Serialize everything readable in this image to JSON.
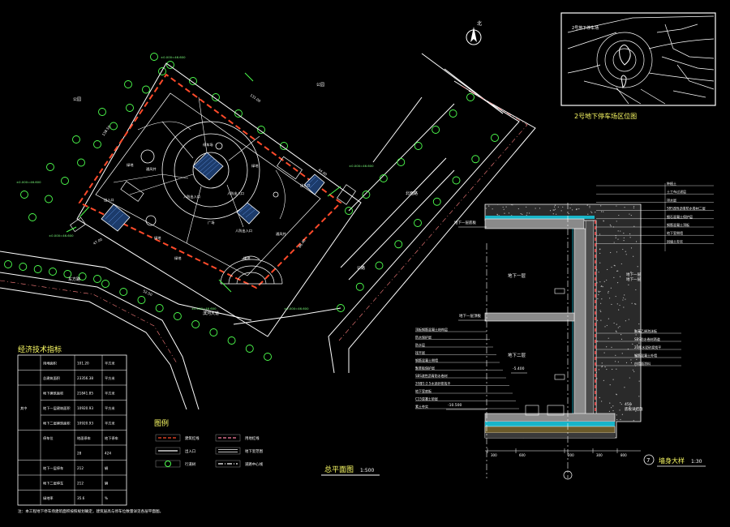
{
  "north_mark": "北",
  "location_map": {
    "title": "2号地下停车场区位图",
    "tag": "2号地下停车场"
  },
  "site_plan": {
    "title": "总平面图",
    "scale": "1:500",
    "road_labels": [
      "公园",
      "公园",
      "公路",
      "东方路",
      "滨河大道",
      "北面路"
    ],
    "space_labels": [
      "人防出入口",
      "人防出入口",
      "人防出入口",
      "出入口",
      "出入口",
      "通风井",
      "通风井",
      "绿地",
      "广场",
      "停车场",
      "绿地",
      "绿地",
      "绿地",
      "绿地"
    ],
    "dims": [
      "138.50",
      "131.00",
      "86.40",
      "52.50",
      "44.00",
      "47.00"
    ],
    "elev": [
      "±0.000=46.600",
      "±0.000=46.600",
      "±0.000=46.600",
      "±0.000=46.600",
      "±0.000=46.600",
      "±0.000=46.600"
    ]
  },
  "stats_table": {
    "title": "经济技术指标",
    "rows": [
      [
        "",
        "用地面积",
        "101.20",
        "平方米"
      ],
      [
        "",
        "总建筑面积",
        "23356.38",
        "平方米"
      ],
      [
        "",
        "地下建筑面积",
        "21841.85",
        "平方米"
      ],
      [
        "其中",
        "地下一层建筑面积",
        "10920.93",
        "平方米"
      ],
      [
        "",
        "地下二层建筑面积",
        "10920.93",
        "平方米"
      ],
      [
        "",
        "停车位",
        "地面停车",
        "地下停车"
      ],
      [
        "",
        "",
        "28",
        "424"
      ],
      [
        "",
        "地下一层停车",
        "212",
        "辆"
      ],
      [
        "",
        "地下二层停车",
        "212",
        "辆"
      ],
      [
        "",
        "绿地率",
        "35.6",
        "%"
      ]
    ],
    "note": "注：本工程地下停车场建筑面积按照规划确定，建筑层高与停车位数量详见各层平面图。"
  },
  "legend": {
    "title": "图例",
    "items": [
      {
        "label": "建筑红线",
        "color": "#ff4a2a",
        "style": "dash"
      },
      {
        "label": "用地红线",
        "color": "#ff80a0",
        "style": "dash"
      },
      {
        "label": "出入口",
        "color": "#ffffff",
        "style": "solid"
      },
      {
        "label": "地下室范围",
        "color": "#ffffff",
        "style": "double"
      },
      {
        "label": "行道树",
        "color": "#4dff4d",
        "style": "circle"
      },
      {
        "label": "道路中心线",
        "color": "#ffffff",
        "style": "dashdot"
      }
    ]
  },
  "wall_detail": {
    "title": "墙身大样",
    "scale": "1:30",
    "index": "7",
    "rooms": [
      "地下一层",
      "地下二层"
    ],
    "levels": [
      "地下一层底板",
      "地下一层顶板",
      "-10.500",
      "-5.400"
    ],
    "left_notes": [
      "顶板钢筋混凝土结构层",
      "防水保护层",
      "防水层",
      "找平层",
      "钢筋混凝土侧墙",
      "聚苯板保护层",
      "SBS改性沥青防水卷材",
      "20厚1:2.5水泥砂浆找平",
      "地下室底板",
      "C15混凝土垫层",
      "素土夯实"
    ],
    "right_notes": [
      "种植土",
      "土工布过滤层",
      "排水层",
      "SBS改性沥青防水卷材二层",
      "细石混凝土保护层",
      "钢筋混凝土顶板",
      "地下室侧墙",
      "回填土夯实"
    ],
    "wall_notes": [
      "聚苯乙烯泡沫板",
      "SBS防水卷材两道",
      "20厚水泥砂浆找平",
      "钢筋混凝土外墙",
      "内墙面涂料"
    ],
    "bottom_dims": [
      "300",
      "600",
      "200",
      "300",
      "800"
    ],
    "side_callouts": [
      "地下一层",
      "地下一层",
      "450"
    ],
    "footing_note": "底板详结施"
  }
}
